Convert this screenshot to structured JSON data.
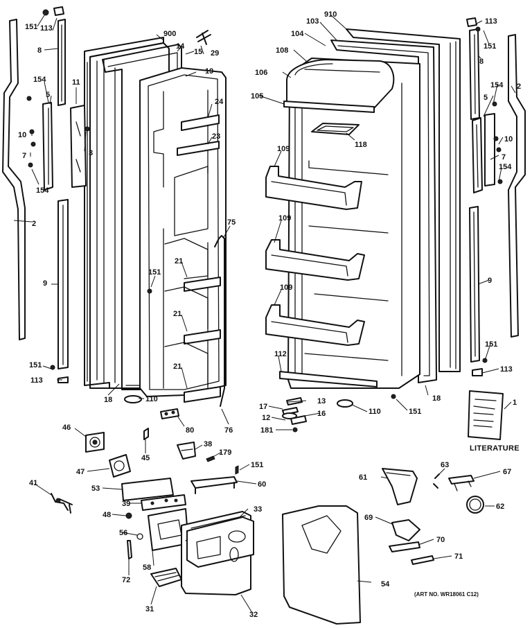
{
  "diagram": {
    "literature_label": "LITERATURE",
    "art_number": "(ART NO. WR18061 C12)",
    "callouts": {
      "c151a": "151",
      "c113a": "113",
      "c8a": "8",
      "c900": "900",
      "c14": "14",
      "c15": "15",
      "c29": "29",
      "c19": "19",
      "c154a": "154",
      "c11": "11",
      "c5a": "5",
      "c10a": "10",
      "c3": "3",
      "c7a": "7",
      "c154b": "154",
      "c2a": "2",
      "c24": "24",
      "c23": "23",
      "c9a": "9",
      "c75": "75",
      "c151b": "151",
      "c21a": "21",
      "c21b": "21",
      "c21c": "21",
      "c151c": "151",
      "c113b": "113",
      "c18a": "18",
      "c110a": "110",
      "c76": "76",
      "c80": "80",
      "c910": "910",
      "c103": "103",
      "c104": "104",
      "c108": "108",
      "c106": "106",
      "c105": "105",
      "c118": "118",
      "c109a": "109",
      "c109b": "109",
      "c109c": "109",
      "c112": "112",
      "c113c": "113",
      "c151d": "151",
      "c8b": "8",
      "c2b": "2",
      "c154c": "154",
      "c5b": "5",
      "c10b": "10",
      "c7b": "7",
      "c154d": "154",
      "c9b": "9",
      "c151e": "151",
      "c113d": "113",
      "c18b": "18",
      "c1": "1",
      "c13": "13",
      "c17": "17",
      "c16": "16",
      "c12": "12",
      "c181": "181",
      "c110b": "110",
      "c151f": "151",
      "c46": "46",
      "c45": "45",
      "c38": "38",
      "c179": "179",
      "c47": "47",
      "c151g": "151",
      "c60": "60",
      "c53": "53",
      "c41": "41",
      "c39": "39",
      "c33": "33",
      "c48": "48",
      "c56": "56",
      "c58": "58",
      "c72": "72",
      "c31": "31",
      "c32": "32",
      "c54": "54",
      "c61": "61",
      "c63": "63",
      "c67": "67",
      "c62": "62",
      "c69": "69",
      "c70": "70",
      "c71": "71"
    }
  }
}
